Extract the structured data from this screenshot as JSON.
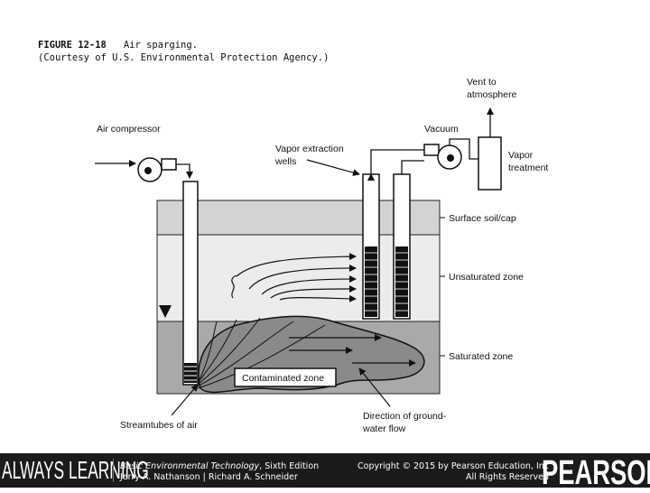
{
  "caption": {
    "figure_number": "FIGURE 12-18",
    "title": "Air sparging.",
    "credit": "(Courtesy of U.S. Environmental Protection Agency.)"
  },
  "diagram": {
    "labels": {
      "air_compressor": "Air compressor",
      "vapor_extraction_line1": "Vapor extraction",
      "vapor_extraction_line2": "wells",
      "vacuum": "Vacuum",
      "vent_line1": "Vent to",
      "vent_line2": "atmosphere",
      "vapor_treatment_line1": "Vapor",
      "vapor_treatment_line2": "treatment",
      "surface_soil": "Surface soil/cap",
      "unsaturated_zone": "Unsaturated zone",
      "saturated_zone": "Saturated zone",
      "contaminated_zone": "Contaminated zone",
      "streamtubes": "Streamtubes of air",
      "groundwater_line1": "Direction of ground-",
      "groundwater_line2": "water flow"
    },
    "colors": {
      "surface_layer": "#d3d3d3",
      "unsaturated_layer": "#ececec",
      "saturated_layer": "#a9a9a9",
      "contaminated_blob": "#8a8a8a"
    }
  },
  "footer": {
    "always_learning": "ALWAYS LEARNING",
    "book_title": "Basic Environmental Technology",
    "book_edition": ", Sixth Edition",
    "authors": "Jerry A. Nathanson | Richard A. Schneider",
    "copyright": "Copyright © 2015 by Pearson Education, Inc",
    "rights": "All Rights Reserved",
    "brand": "PEARSON"
  }
}
